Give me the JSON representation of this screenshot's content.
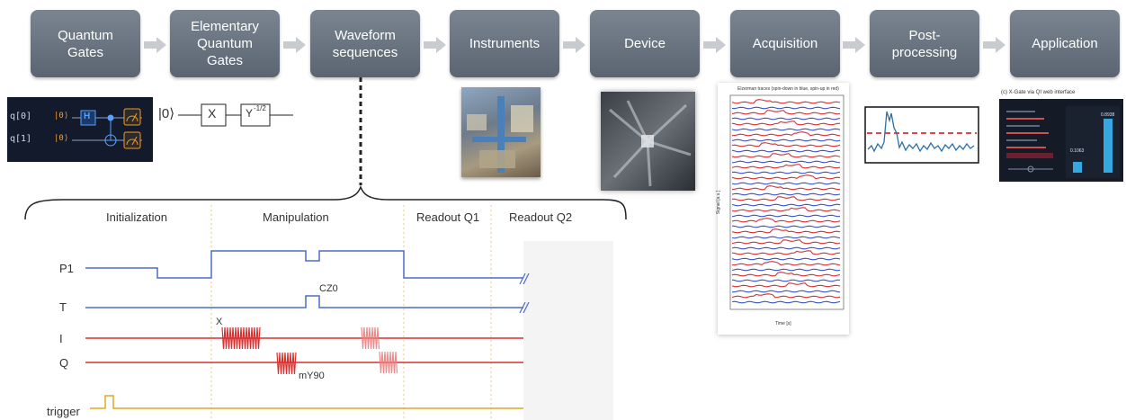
{
  "pipeline": [
    {
      "label": "Quantum\nGates"
    },
    {
      "label": "Elementary\nQuantum\nGates"
    },
    {
      "label": "Waveform\nsequences"
    },
    {
      "label": "Instruments"
    },
    {
      "label": "Device"
    },
    {
      "label": "Acquisition"
    },
    {
      "label": "Post-\nprocessing"
    },
    {
      "label": "Application"
    }
  ],
  "circuit": {
    "q0": "q[0]",
    "q1": "q[1]",
    "ket0": "|0⟩",
    "h": "H",
    "elem_ket": "|0⟩",
    "x_gate": "X",
    "y_gate": "Y",
    "y_exp": "-1/2"
  },
  "waveform": {
    "phases": [
      "Initialization",
      "Manipulation",
      "Readout Q1",
      "Readout Q2"
    ],
    "channels": [
      "P1",
      "T",
      "I",
      "Q",
      "trigger"
    ],
    "annotations": {
      "cz": "CZ0",
      "x": "X",
      "my90": "mY90"
    }
  },
  "acquisition": {
    "title": "Elzerman traces (spin-down in blue, spin-up in red)",
    "xlabel": "Time [s]",
    "ylabel": "Signal [a.u.]"
  },
  "application": {
    "title": "(c) X-Gate via QI web interface",
    "bar_values": [
      "0.1063",
      "0.8938"
    ]
  },
  "colors": {
    "stage": "#66717d",
    "red": "#d73131",
    "blue": "#4a6cc8",
    "trigger": "#e0a820",
    "arrow": "#c8ccd1"
  }
}
